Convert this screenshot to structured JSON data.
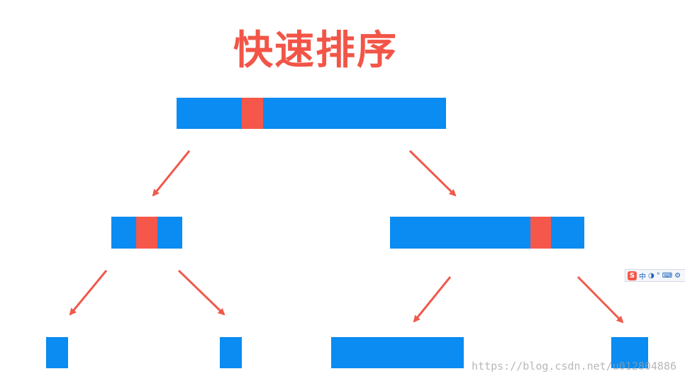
{
  "title": "快速排序",
  "colors": {
    "array_blue": "#0a8cf2",
    "pivot_red": "#f6574b",
    "arrow_red": "#ef5a4c",
    "title_red": "#f25547"
  },
  "ime_toolbar": {
    "logo": "S",
    "items": [
      "中",
      "◑",
      "°",
      "⌨",
      "⚙"
    ]
  },
  "watermark": "https://blog.csdn.net/u012804886"
}
